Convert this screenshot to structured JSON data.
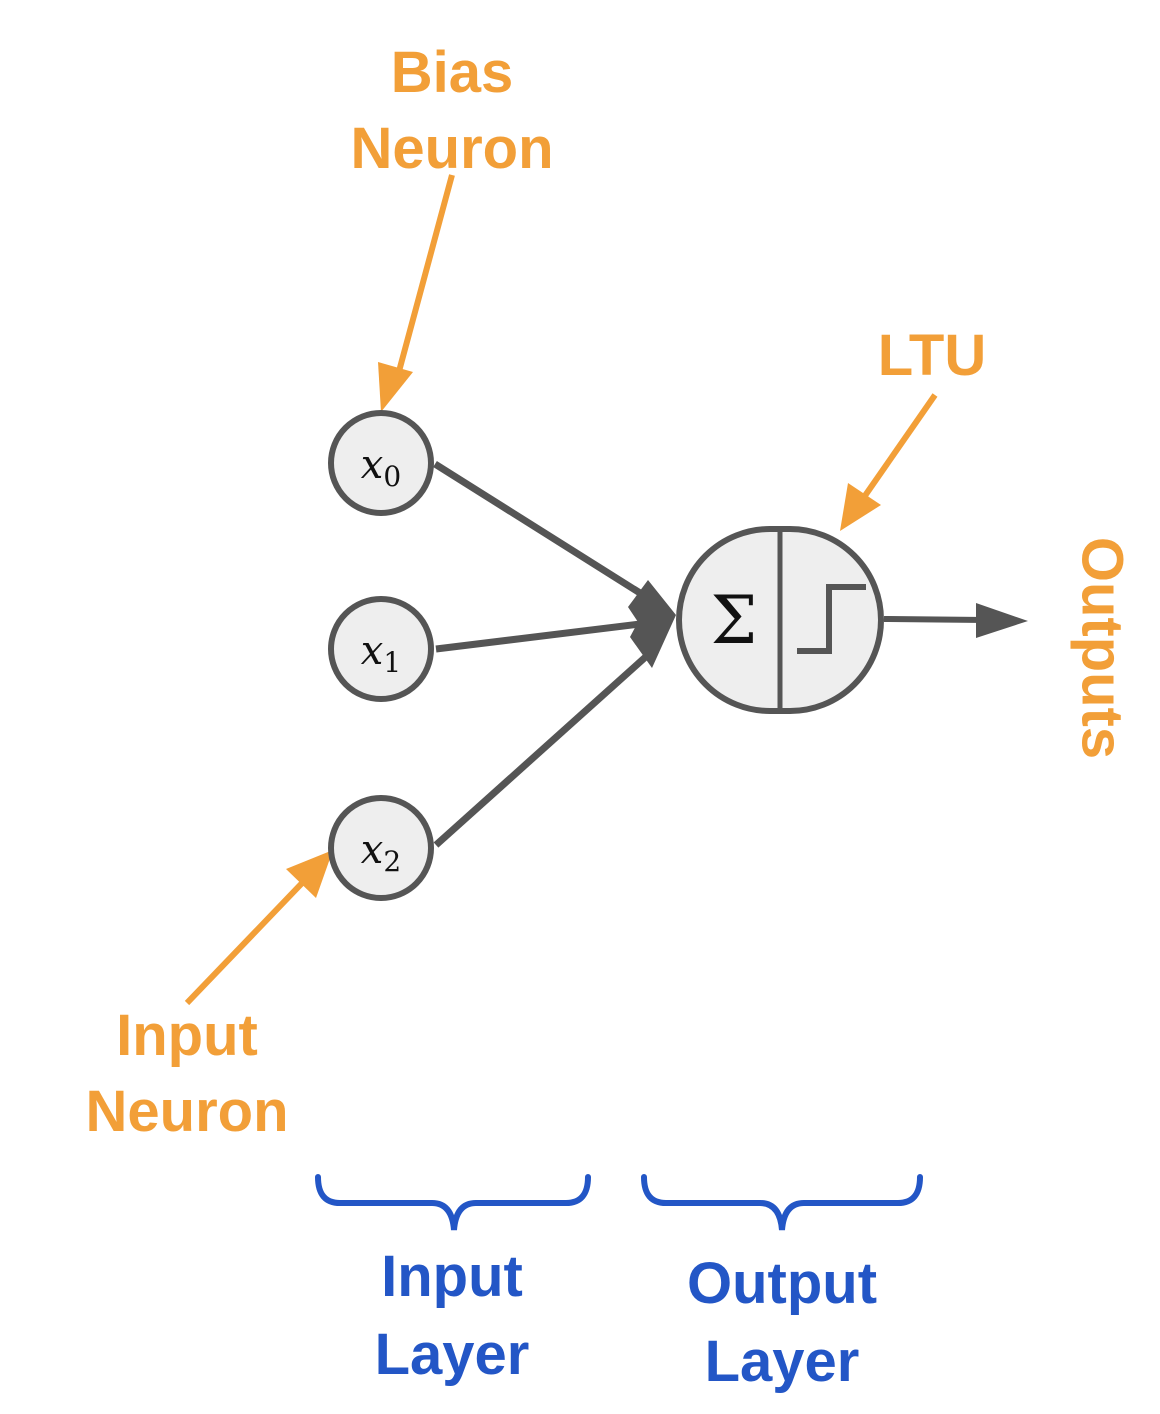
{
  "labels": {
    "bias_neuron": [
      "Bias",
      "Neuron"
    ],
    "ltu": "LTU",
    "outputs": "Outputs",
    "input_neuron": [
      "Input",
      "Neuron"
    ],
    "input_layer": [
      "Input",
      "Layer"
    ],
    "output_layer": [
      "Output",
      "Layer"
    ]
  },
  "nodes": [
    {
      "symbol": "x",
      "subscript": "0"
    },
    {
      "symbol": "x",
      "subscript": "1"
    },
    {
      "symbol": "x",
      "subscript": "2"
    }
  ],
  "ltu_node": {
    "sum_symbol": "Σ"
  },
  "colors": {
    "annotation": "#F29F38",
    "layer": "#2356C6",
    "stroke": "#555555",
    "node_fill": "#EEEEEE"
  }
}
